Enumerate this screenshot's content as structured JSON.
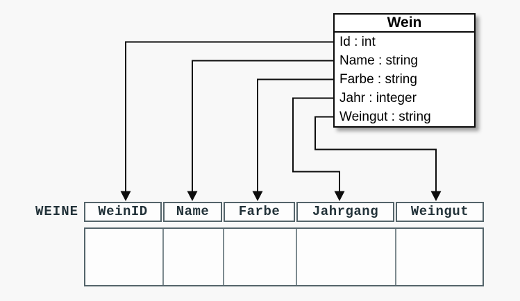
{
  "class_box": {
    "title": "Wein",
    "attributes": [
      "Id : int",
      "Name : string",
      "Farbe : string",
      "Jahr : integer",
      "Weingut : string"
    ]
  },
  "table": {
    "label": "WEINE",
    "columns": [
      "WeinID",
      "Name",
      "Farbe",
      "Jahrgang",
      "Weingut"
    ],
    "empty_body_rows": 1
  },
  "mappings": [
    {
      "from": "Id",
      "to": "WeinID"
    },
    {
      "from": "Name",
      "to": "Name"
    },
    {
      "from": "Farbe",
      "to": "Farbe"
    },
    {
      "from": "Jahr",
      "to": "Jahrgang"
    },
    {
      "from": "Weingut",
      "to": "Weingut"
    }
  ],
  "colors": {
    "background": "#f8f8f8",
    "class_box_border": "#0a0a0a",
    "class_box_fill": "#ffffff",
    "table_border": "#54646a",
    "table_divider": "#7d8a8f",
    "table_fill": "#fdfdfd",
    "table_text": "#223239",
    "arrow": "#0d0d0d"
  }
}
